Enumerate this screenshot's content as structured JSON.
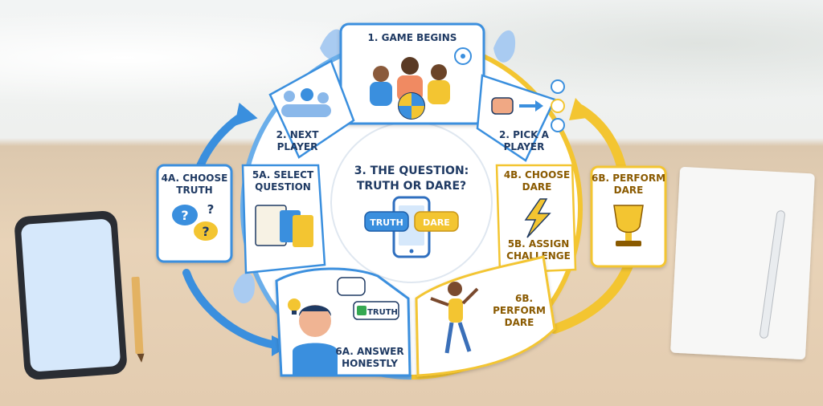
{
  "steps": {
    "game_begins": "1. GAME BEGINS",
    "next_player": [
      "2. NEXT",
      "PLAYER"
    ],
    "pick_player": [
      "2. PICK A",
      "PLAYER"
    ],
    "question": [
      "3. THE QUESTION:",
      "TRUTH OR DARE?"
    ],
    "choose_truth": [
      "4A. CHOOSE",
      "TRUTH"
    ],
    "select_question": [
      "5A. SELECT",
      "QUESTION"
    ],
    "choose_dare": [
      "4B. CHOOSE",
      "DARE"
    ],
    "assign_challenge": [
      "5B. ASSIGN",
      "CHALLENGE"
    ],
    "perform_dare_outer": [
      "6B. PERFORM",
      "DARE"
    ],
    "perform_dare_inner": [
      "6B.",
      "PERFORM",
      "DARE"
    ],
    "answer_honestly": [
      "6A. ANSWER",
      "HONESTLY"
    ]
  },
  "buttons": {
    "truth": "TRUTH",
    "dare": "DARE"
  },
  "bubble": {
    "truth": "TRUTH"
  },
  "glyphs": {
    "question_marks": "?"
  },
  "colors": {
    "blue": "#3a8fde",
    "yellow": "#f3c531",
    "navy": "#1f3a63",
    "gold_text": "#8a5a00"
  }
}
